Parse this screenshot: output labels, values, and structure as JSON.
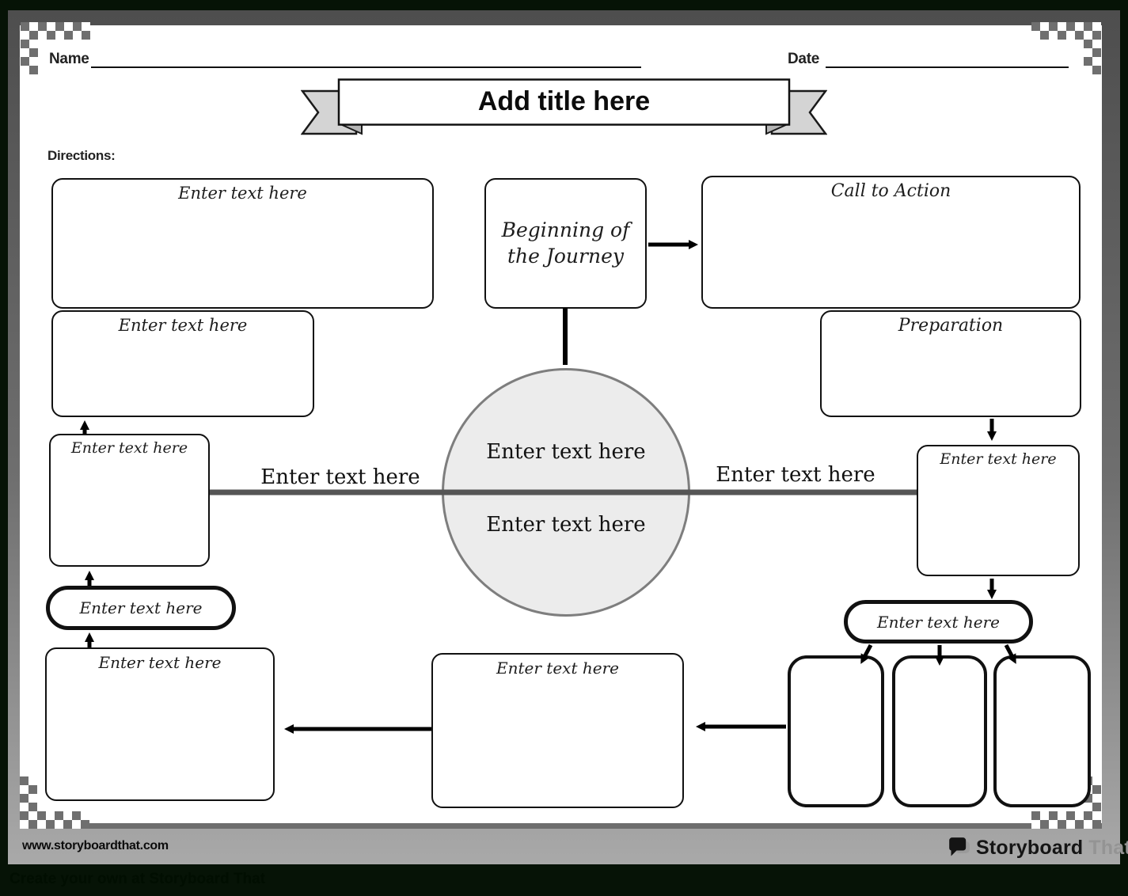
{
  "header": {
    "name_label": "Name",
    "date_label": "Date",
    "title": "Add title here",
    "directions_label": "Directions:"
  },
  "boxes": {
    "top_left": {
      "label": "Enter text here"
    },
    "left_upper": {
      "label": "Enter text here"
    },
    "beginning": {
      "label": "Beginning of the Journey"
    },
    "call_to_action": {
      "label": "Call to Action"
    },
    "preparation": {
      "label": "Preparation"
    },
    "left_small": {
      "label": "Enter text here"
    },
    "right_small": {
      "label": "Enter text here"
    },
    "left_pill": {
      "label": "Enter text here"
    },
    "right_pill": {
      "label": "Enter text here"
    },
    "bottom_left": {
      "label": "Enter text here"
    },
    "bottom_middle": {
      "label": "Enter text here"
    }
  },
  "circle": {
    "top_text": "Enter text here",
    "bottom_text": "Enter text here"
  },
  "connectors": {
    "left_line_label": "Enter text here",
    "right_line_label": "Enter text here"
  },
  "footer": {
    "website": "www.storyboardthat.com",
    "brand_primary": "Storyboard",
    "brand_secondary": "That",
    "tagline": "Create your own at Storyboard That"
  },
  "colors": {
    "page_background": "#061306",
    "frame_top": "#4e4e4e",
    "frame_bottom": "#a9a9a9",
    "checker_gray": "#6f6f6f",
    "circle_fill": "#ececec",
    "circle_border": "#7e7e7e",
    "timeline_gray": "#555555",
    "ink": "#111111",
    "ribbon_gray": "#d4d4d4"
  }
}
